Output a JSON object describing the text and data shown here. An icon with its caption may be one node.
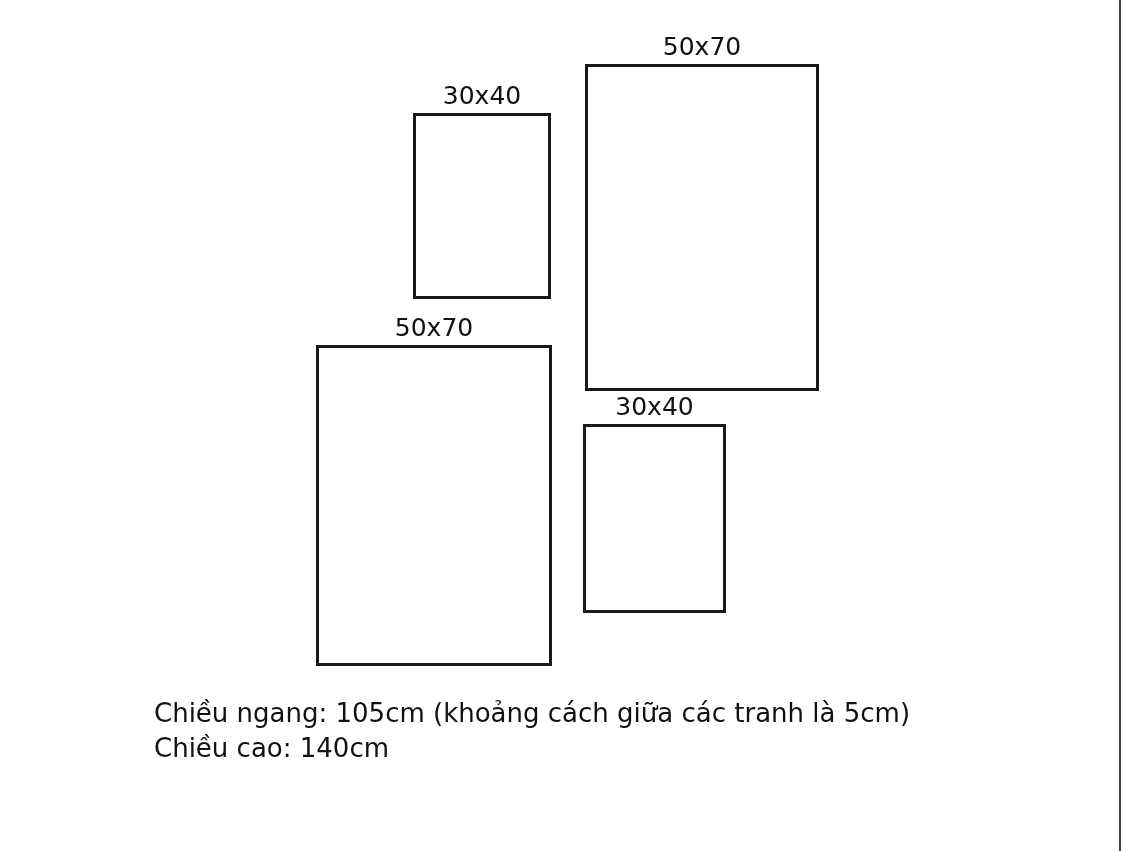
{
  "diagram": {
    "nodes": [
      {
        "text": [
          "30x40"
        ]
      },
      {
        "text": [
          "50x70"
        ]
      },
      {
        "text": [
          "50x70"
        ]
      },
      {
        "text": [
          "30x40"
        ]
      }
    ],
    "labels": [
      "Chiều ngang: 105cm (khoảng cách giữa các tranh là 5cm)",
      "Chiều cao: 140cm"
    ]
  }
}
